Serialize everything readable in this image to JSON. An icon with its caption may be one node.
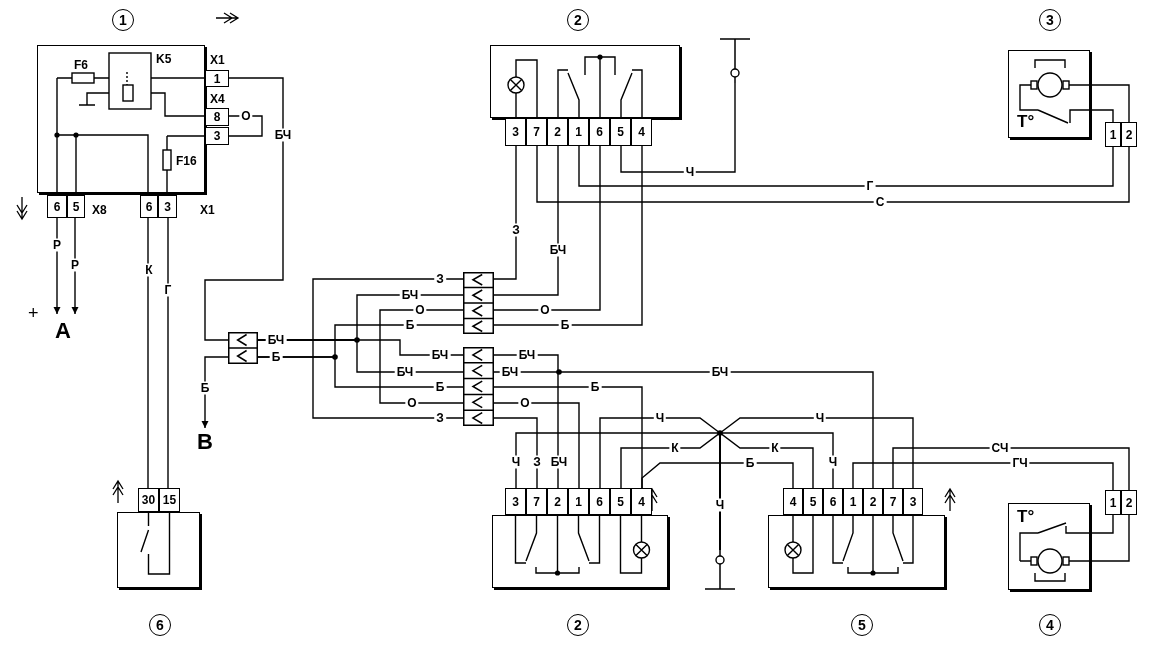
{
  "diagram": {
    "nodes": [
      {
        "text": [
          "1",
          "F6",
          "K5",
          "F16"
        ],
        "beside": [
          "X1",
          "X4",
          "X8",
          "X1"
        ]
      },
      {
        "text": [
          "1"
        ]
      },
      {
        "text": [
          "8"
        ]
      },
      {
        "text": [
          "3"
        ]
      },
      {
        "text": [
          "6"
        ]
      },
      {
        "text": [
          "5"
        ]
      },
      {
        "text": [
          "6"
        ]
      },
      {
        "text": [
          "3"
        ]
      },
      {
        "text": [
          "А"
        ],
        "beside": [
          "+"
        ]
      },
      {
        "text": [
          "В"
        ]
      },
      {
        "text": [],
        "shape": "box"
      },
      {
        "text": [],
        "shape": "box"
      },
      {
        "text": [],
        "shape": "box"
      },
      {
        "text": [
          "2"
        ]
      },
      {
        "text": [
          "3"
        ]
      },
      {
        "text": [
          "7"
        ]
      },
      {
        "text": [
          "2"
        ]
      },
      {
        "text": [
          "1"
        ]
      },
      {
        "text": [
          "6"
        ]
      },
      {
        "text": [
          "5"
        ]
      },
      {
        "text": [
          "4"
        ]
      },
      {
        "text": [],
        "shape": "ground"
      },
      {
        "text": [
          "3",
          "T°"
        ]
      },
      {
        "text": [
          "1"
        ]
      },
      {
        "text": [
          "2"
        ]
      },
      {
        "text": [
          "2"
        ]
      },
      {
        "text": [
          "3"
        ]
      },
      {
        "text": [
          "7"
        ]
      },
      {
        "text": [
          "2"
        ]
      },
      {
        "text": [
          "1"
        ]
      },
      {
        "text": [
          "6"
        ]
      },
      {
        "text": [
          "5"
        ]
      },
      {
        "text": [
          "4"
        ]
      },
      {
        "text": [],
        "shape": "ground"
      },
      {
        "text": [
          "5"
        ]
      },
      {
        "text": [
          "4"
        ]
      },
      {
        "text": [
          "5"
        ]
      },
      {
        "text": [
          "6"
        ]
      },
      {
        "text": [
          "1"
        ]
      },
      {
        "text": [
          "2"
        ]
      },
      {
        "text": [
          "7"
        ]
      },
      {
        "text": [
          "3"
        ]
      },
      {
        "text": [
          "4",
          "T°"
        ]
      },
      {
        "text": [
          "1"
        ]
      },
      {
        "text": [
          "2"
        ]
      },
      {
        "text": [
          "6"
        ]
      },
      {
        "text": [
          "30"
        ]
      },
      {
        "text": [
          "15"
        ]
      }
    ],
    "edges": [
      {
        "from": 1,
        "to": 10,
        "arrow": "none",
        "label": "БЧ"
      },
      {
        "from": 10,
        "to": 9,
        "arrow": "to",
        "label": "Б"
      },
      {
        "from": 10,
        "to": 11,
        "arrow": "none",
        "label": "БЧ"
      },
      {
        "from": 10,
        "to": 12,
        "arrow": "none",
        "label": "БЧ"
      },
      {
        "from": 10,
        "to": 12,
        "arrow": "none",
        "label": "БЧ"
      },
      {
        "from": 10,
        "to": 11,
        "arrow": "none",
        "label": "Б"
      },
      {
        "from": 10,
        "to": 12,
        "arrow": "none",
        "label": "Б"
      },
      {
        "from": 11,
        "to": 12,
        "arrow": "none",
        "label": "З"
      },
      {
        "from": 11,
        "to": 12,
        "arrow": "none",
        "label": "О"
      },
      {
        "from": 2,
        "to": 3,
        "arrow": "none",
        "label": "О"
      },
      {
        "from": 11,
        "to": 14,
        "arrow": "none",
        "label": "З"
      },
      {
        "from": 11,
        "to": 16,
        "arrow": "none",
        "label": "БЧ"
      },
      {
        "from": 11,
        "to": 18,
        "arrow": "none",
        "label": "О"
      },
      {
        "from": 11,
        "to": 20,
        "arrow": "none",
        "label": "Б"
      },
      {
        "from": 19,
        "to": 21,
        "arrow": "none",
        "label": "Ч"
      },
      {
        "from": 17,
        "to": 23,
        "arrow": "none",
        "label": "Г"
      },
      {
        "from": 15,
        "to": 24,
        "arrow": "none",
        "label": "С"
      },
      {
        "from": 12,
        "to": 28,
        "arrow": "none",
        "label": "БЧ"
      },
      {
        "from": 12,
        "to": 39,
        "arrow": "none",
        "label": "БЧ"
      },
      {
        "from": 12,
        "to": 32,
        "arrow": "none",
        "label": "Б"
      },
      {
        "from": 12,
        "to": 29,
        "arrow": "none",
        "label": "О"
      },
      {
        "from": 12,
        "to": 27,
        "arrow": "none",
        "label": "З"
      },
      {
        "from": 26,
        "to": 33,
        "arrow": "none",
        "label": "Ч"
      },
      {
        "from": 30,
        "to": 33,
        "arrow": "none",
        "label": "Ч"
      },
      {
        "from": 31,
        "to": 33,
        "arrow": "none",
        "label": "К"
      },
      {
        "from": 37,
        "to": 33,
        "arrow": "none",
        "label": "Ч"
      },
      {
        "from": 41,
        "to": 33,
        "arrow": "none",
        "label": "Ч"
      },
      {
        "from": 36,
        "to": 33,
        "arrow": "none",
        "label": "К"
      },
      {
        "from": 32,
        "to": 35,
        "arrow": "none",
        "label": "Б"
      },
      {
        "from": 38,
        "to": 43,
        "arrow": "none",
        "label": "ГЧ"
      },
      {
        "from": 40,
        "to": 44,
        "arrow": "none",
        "label": "СЧ"
      },
      {
        "from": 6,
        "to": 46,
        "arrow": "none",
        "label": "К"
      },
      {
        "from": 7,
        "to": 47,
        "arrow": "none",
        "label": "Г"
      },
      {
        "from": 4,
        "to": 8,
        "arrow": "to",
        "label": "Р"
      },
      {
        "from": 5,
        "to": 8,
        "arrow": "to",
        "label": "Р"
      },
      {
        "from": 22,
        "to": 24,
        "arrow": "none"
      },
      {
        "from": 22,
        "to": 23,
        "arrow": "none"
      },
      {
        "from": 42,
        "to": 43,
        "arrow": "none"
      },
      {
        "from": 42,
        "to": 44,
        "arrow": "none"
      }
    ],
    "labels": [
      "БЧ",
      "Б",
      "З",
      "О",
      "БЧ",
      "БЧ",
      "Ч"
    ]
  }
}
